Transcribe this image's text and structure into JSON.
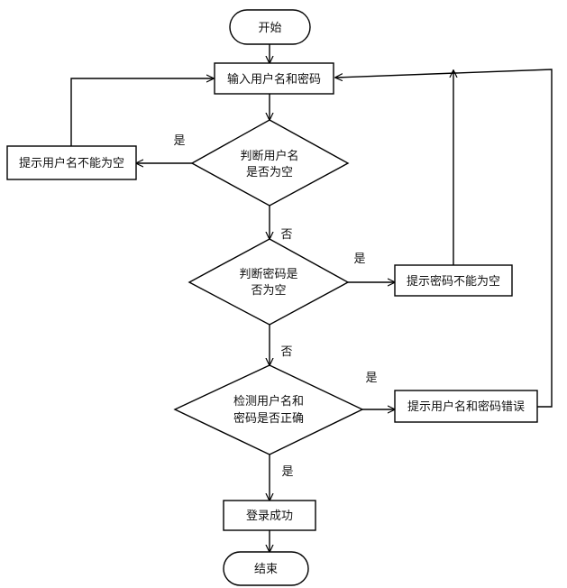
{
  "nodes": {
    "start": "开始",
    "input": "输入用户名和密码",
    "check_username": [
      "判断用户名",
      "是否为空"
    ],
    "username_empty": "提示用户名不能为空",
    "check_password": [
      "判断密码是",
      "否为空"
    ],
    "password_empty": "提示密码不能为空",
    "verify": [
      "检测用户名和",
      "密码是否正确"
    ],
    "verify_error": "提示用户名和密码错误",
    "success": "登录成功",
    "end": "结束"
  },
  "edges": {
    "yes": "是",
    "no": "否"
  },
  "colors": {
    "stroke": "#000000",
    "fill": "#ffffff",
    "text": "#111111"
  }
}
